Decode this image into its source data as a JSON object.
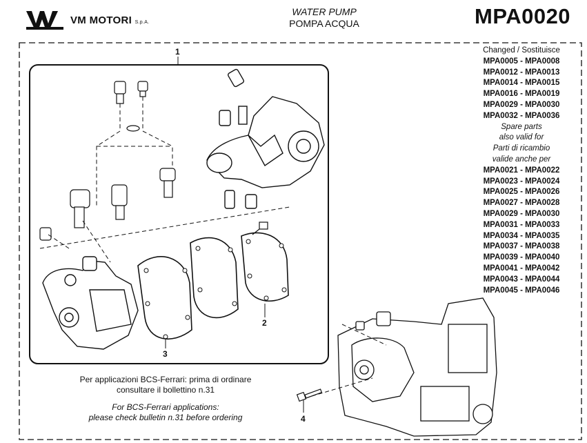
{
  "header": {
    "brand_name": "VM MOTORI",
    "brand_suffix": "S.p.A.",
    "title_en": "WATER PUMP",
    "title_it": "POMPA ACQUA",
    "part_code": "MPA0020"
  },
  "sidebar": {
    "changed_label": "Changed / Sostituisce",
    "changed_items": [
      "MPA0005 - MPA0008",
      "MPA0012 - MPA0013",
      "MPA0014 - MPA0015",
      "MPA0016 - MPA0019",
      "MPA0029 - MPA0030",
      "MPA0032 - MPA0036"
    ],
    "spare_en_1": "Spare parts",
    "spare_en_2": "also valid for",
    "spare_it_1": "Parti di ricambio",
    "spare_it_2": "valide anche per",
    "valid_items": [
      "MPA0021 - MPA0022",
      "MPA0023 - MPA0024",
      "MPA0025 - MPA0026",
      "MPA0027 - MPA0028",
      "MPA0029 - MPA0030",
      "MPA0031 - MPA0033",
      "MPA0034 - MPA0035",
      "MPA0037 - MPA0038",
      "MPA0039 - MPA0040",
      "MPA0041 - MPA0042",
      "MPA0043 - MPA0044",
      "MPA0045 - MPA0046"
    ]
  },
  "notes": {
    "it_line1": "Per applicazioni BCS-Ferrari: prima di ordinare",
    "it_line2": "consultare il bollettino n.31",
    "en_line1": "For BCS-Ferrari applications:",
    "en_line2": "please check bulletin n.31 before ordering"
  },
  "callouts": {
    "c1": "1",
    "c2": "2",
    "c3": "3",
    "c4": "4"
  },
  "colors": {
    "ink": "#111111",
    "paper": "#ffffff"
  }
}
